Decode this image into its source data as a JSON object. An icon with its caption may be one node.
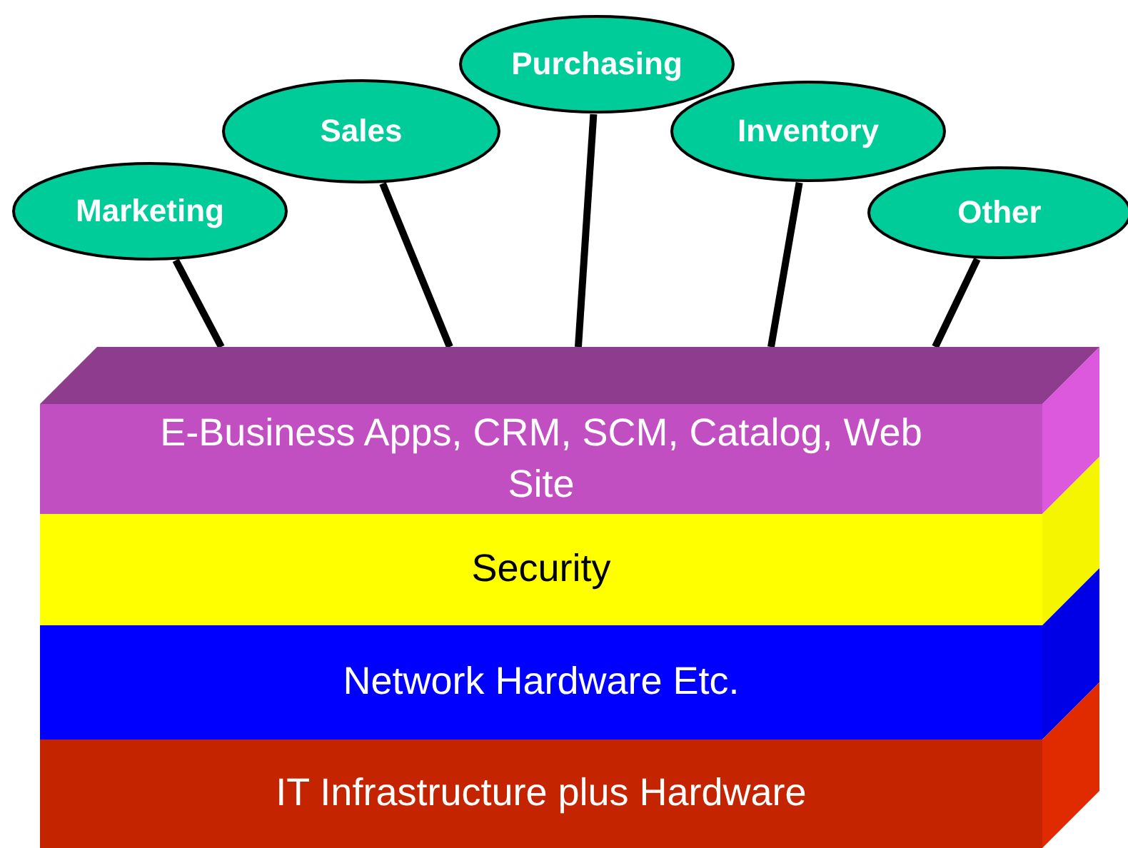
{
  "diagram": {
    "nodes": [
      {
        "text": [
          "Marketing"
        ]
      },
      {
        "text": [
          "Sales"
        ]
      },
      {
        "text": [
          "Purchasing"
        ]
      },
      {
        "text": [
          "Inventory"
        ]
      },
      {
        "text": [
          "Other"
        ]
      },
      {
        "text": [
          "E-Business Apps, CRM, SCM, Catalog, Web Site"
        ]
      },
      {
        "text": [
          "Security"
        ]
      },
      {
        "text": [
          "Network Hardware Etc."
        ]
      },
      {
        "text": [
          "IT Infrastructure plus Hardware"
        ]
      }
    ],
    "edges": [
      {
        "from": 0,
        "to": 5,
        "arrow": "none"
      },
      {
        "from": 1,
        "to": 5,
        "arrow": "none"
      },
      {
        "from": 2,
        "to": 5,
        "arrow": "none"
      },
      {
        "from": 3,
        "to": 5,
        "arrow": "none"
      },
      {
        "from": 4,
        "to": 5,
        "arrow": "none"
      }
    ]
  }
}
